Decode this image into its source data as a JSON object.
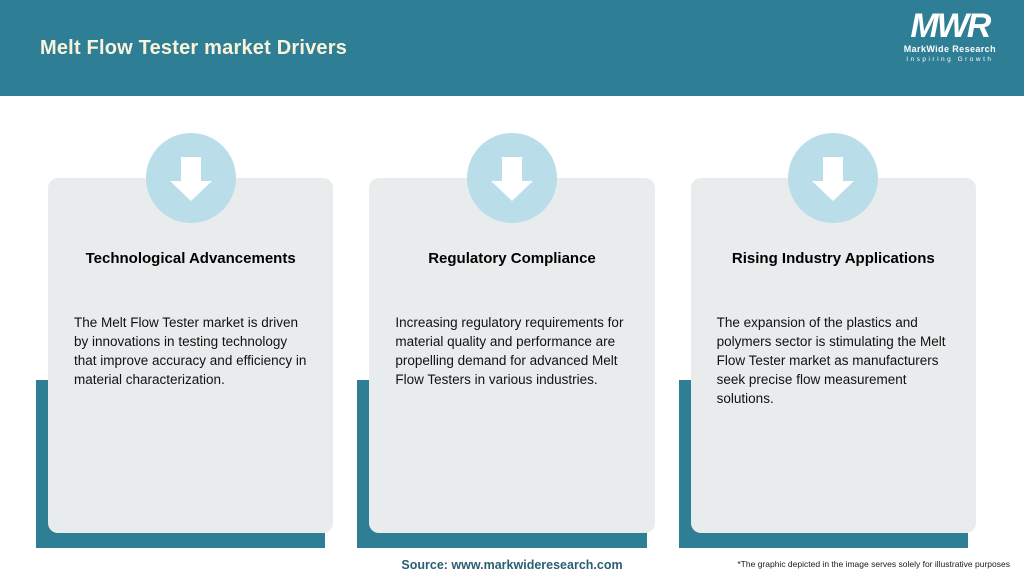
{
  "header": {
    "title": "Melt Flow Tester market Drivers",
    "logo": {
      "initials": "MWR",
      "name": "MarkWide Research",
      "tagline": "Inspiring Growth"
    }
  },
  "cards": [
    {
      "title": "Technological Advancements",
      "body": "The Melt Flow Tester market is driven by innovations in testing technology that improve accuracy and efficiency in material characterization."
    },
    {
      "title": "Regulatory Compliance",
      "body": "Increasing regulatory requirements for material quality and performance are propelling demand for advanced Melt Flow Testers in various industries."
    },
    {
      "title": "Rising Industry Applications",
      "body": "The expansion of the plastics and polymers sector is stimulating the Melt Flow Tester market as manufacturers seek precise flow measurement solutions."
    }
  ],
  "footer": {
    "source": "Source: www.markwideresearch.com",
    "disclaimer": "*The graphic depicted in the image serves solely for illustrative purposes"
  },
  "colors": {
    "header_teal": "#2e7e96",
    "card_gray": "#e9eced",
    "circle_blue": "#b9dde9",
    "title_cream": "#faf3dc"
  }
}
